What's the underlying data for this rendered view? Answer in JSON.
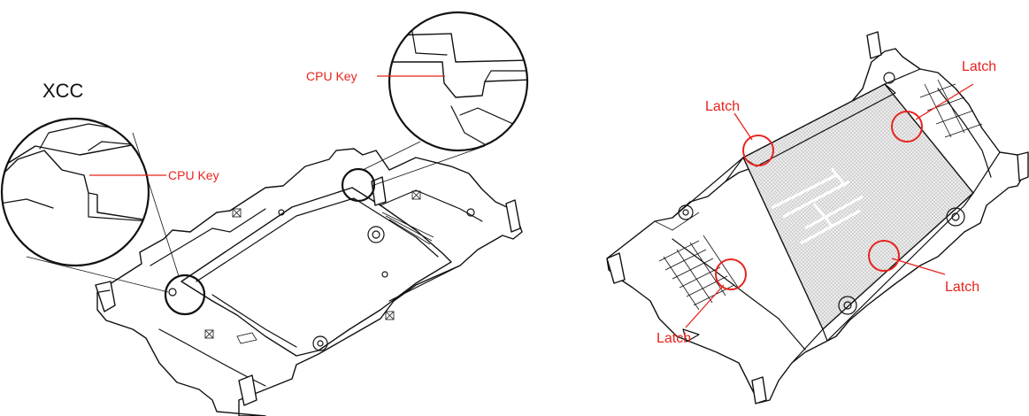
{
  "left_figure": {
    "variant_label": "XCC",
    "callouts": [
      {
        "label": "CPU Key"
      },
      {
        "label": "CPU Key"
      }
    ]
  },
  "right_figure": {
    "callouts": [
      {
        "label": "Latch"
      },
      {
        "label": "Latch"
      },
      {
        "label": "Latch"
      },
      {
        "label": "Latch"
      }
    ]
  },
  "colors": {
    "callout": "#e8231d",
    "line_art": "#111111",
    "background": "#ffffff"
  }
}
